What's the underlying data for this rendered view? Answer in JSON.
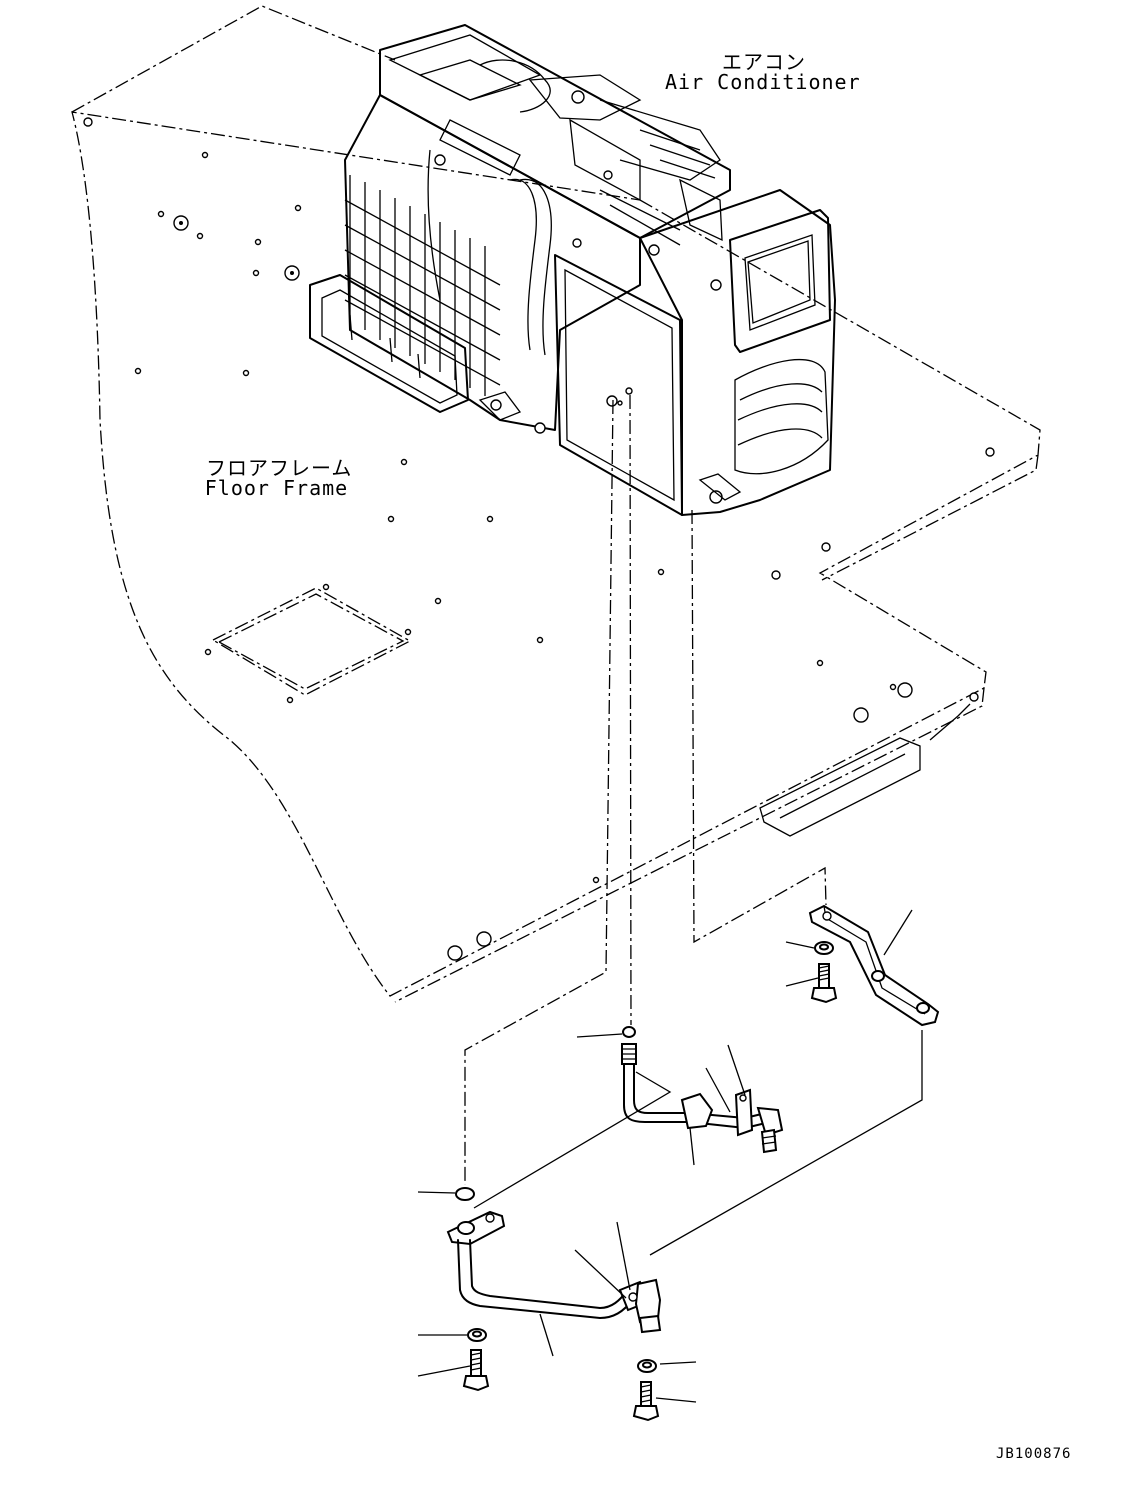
{
  "labels": {
    "air_conditioner_jp": "エアコン",
    "air_conditioner_en": "Air Conditioner",
    "floor_frame_jp": "フロアフレーム",
    "floor_frame_en": "Floor Frame"
  },
  "drawing_code": "JB100876"
}
